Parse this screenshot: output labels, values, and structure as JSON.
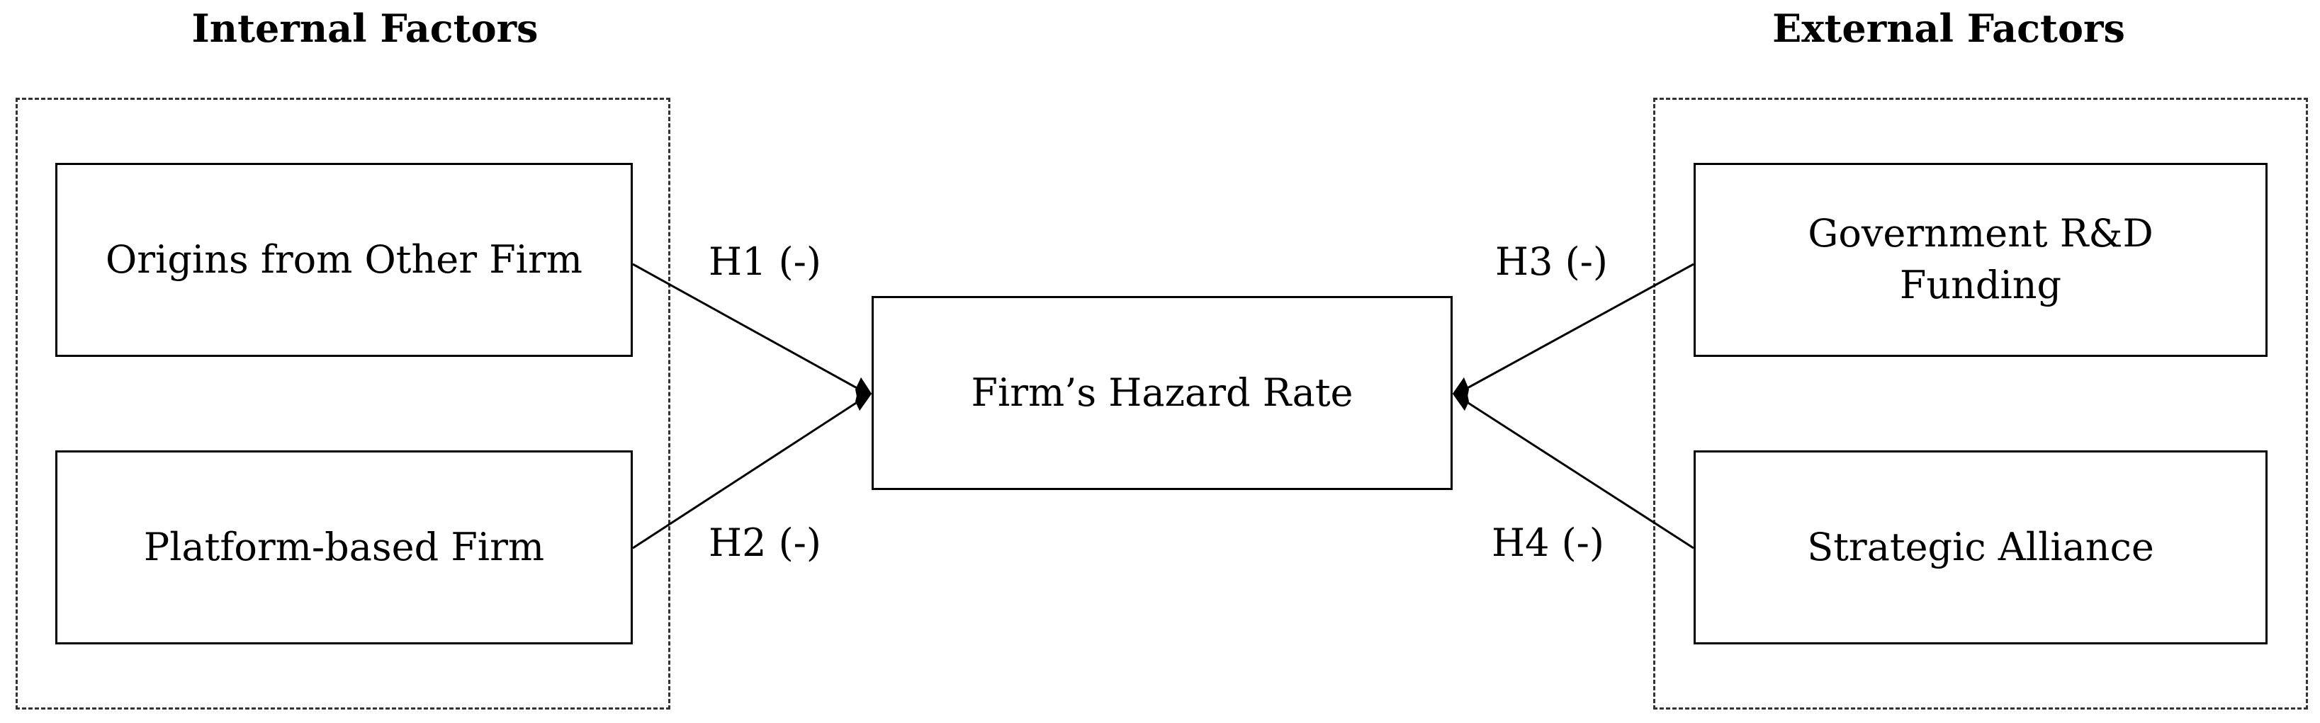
{
  "groups": {
    "internal": {
      "title": "Internal Factors"
    },
    "external": {
      "title": "External Factors"
    }
  },
  "nodes": {
    "origins": "Origins from Other Firm",
    "platform": "Platform-based Firm",
    "hazard": "Firm’s Hazard Rate",
    "government": "Government R&D Funding",
    "alliance": "Strategic Alliance"
  },
  "edges": {
    "h1": "H1 (-)",
    "h2": "H2 (-)",
    "h3": "H3 (-)",
    "h4": "H4 (-)"
  }
}
